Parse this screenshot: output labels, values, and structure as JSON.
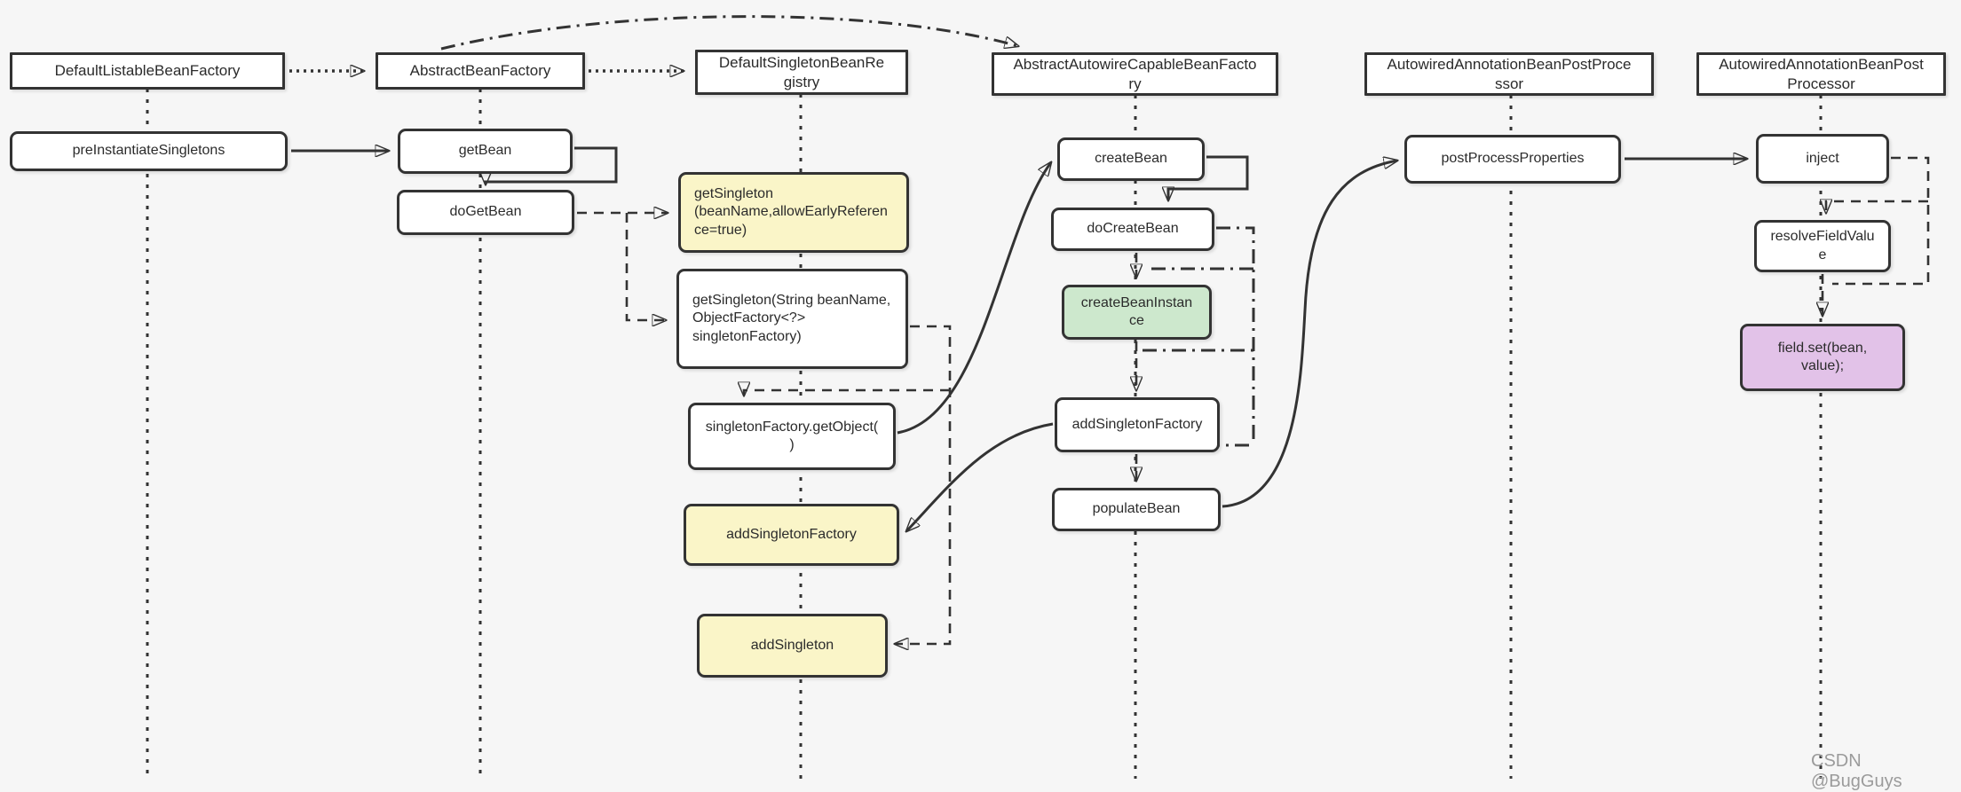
{
  "colors": {
    "background": "#f6f6f6",
    "box_border": "#333333",
    "box_fill_white": "#ffffff",
    "box_fill_yellow": "#faf5c8",
    "box_fill_green": "#cde8cd",
    "box_fill_purple": "#e2c2e8",
    "line": "#333333",
    "watermark_color": "#9b9b9b"
  },
  "watermark": "CSDN @BugGuys",
  "classes": [
    "DefaultListableBeanFactory",
    "AbstractBeanFactory",
    "DefaultSingletonBeanRegistry",
    "AbstractAutowireCapableBeanFactory",
    "AutowiredAnnotationBeanPostProcessor",
    "AutowiredAnnotationBeanPostProcessor"
  ],
  "methods": {
    "pre_instantiate_singletons": "preInstantiateSingletons",
    "get_bean": "getBean",
    "do_get_bean": "doGetBean",
    "get_singleton_early": "getSingleton (beanName,allowEarlyReference=true)",
    "get_singleton_factory_arg": "getSingleton(String beanName, ObjectFactory<?> singletonFactory)",
    "singleton_factory_get_object": "singletonFactory.getObject()",
    "add_singleton_factory_yellow": "addSingletonFactory",
    "add_singleton": "addSingleton",
    "create_bean": "createBean",
    "do_create_bean": "doCreateBean",
    "create_bean_instance": "createBeanInstance",
    "add_singleton_factory": "addSingletonFactory",
    "populate_bean": "populateBean",
    "post_process_properties": "postProcessProperties",
    "inject": "inject",
    "resolve_field_value": "resolveFieldValue",
    "field_set": "field.set(bean, value);"
  }
}
